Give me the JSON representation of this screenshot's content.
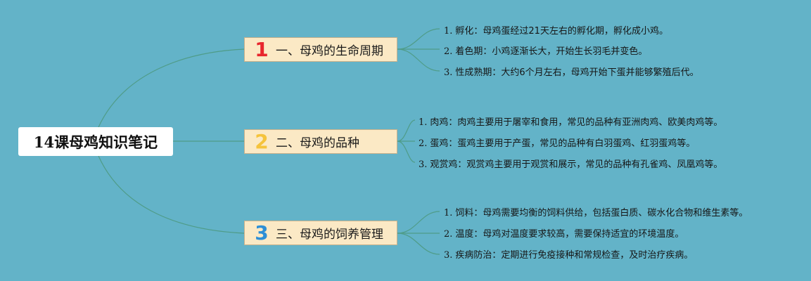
{
  "root": {
    "label": "14课母鸡知识笔记"
  },
  "branches": [
    {
      "number": "1",
      "number_color": "#e8262d",
      "label": "一、母鸡的生命周期",
      "items": [
        {
          "num": "1.",
          "text": "孵化：母鸡蛋经过21天左右的孵化期，孵化成小鸡。"
        },
        {
          "num": "2.",
          "text": "着色期：小鸡逐渐长大，开始生长羽毛并变色。"
        },
        {
          "num": "3.",
          "text": "性成熟期：大约6个月左右，母鸡开始下蛋并能够繁殖后代。"
        }
      ]
    },
    {
      "number": "2",
      "number_color": "#f5c33b",
      "label": "二、母鸡的品种",
      "items": [
        {
          "num": "1.",
          "text": "肉鸡：肉鸡主要用于屠宰和食用，常见的品种有亚洲肉鸡、欧美肉鸡等。"
        },
        {
          "num": "2.",
          "text": "蛋鸡：蛋鸡主要用于产蛋，常见的品种有白羽蛋鸡、红羽蛋鸡等。"
        },
        {
          "num": "3.",
          "text": "观赏鸡：观赏鸡主要用于观赏和展示，常见的品种有孔雀鸡、凤凰鸡等。"
        }
      ]
    },
    {
      "number": "3",
      "number_color": "#2e8fd6",
      "label": "三、母鸡的饲养管理",
      "items": [
        {
          "num": "1.",
          "text": "饲料：母鸡需要均衡的饲料供给，包括蛋白质、碳水化合物和维生素等。"
        },
        {
          "num": "2.",
          "text": "温度：母鸡对温度要求较高，需要保持适宜的环境温度。"
        },
        {
          "num": "3.",
          "text": "疾病防治：定期进行免疫接种和常规检查，及时治疗疾病。"
        }
      ]
    }
  ]
}
